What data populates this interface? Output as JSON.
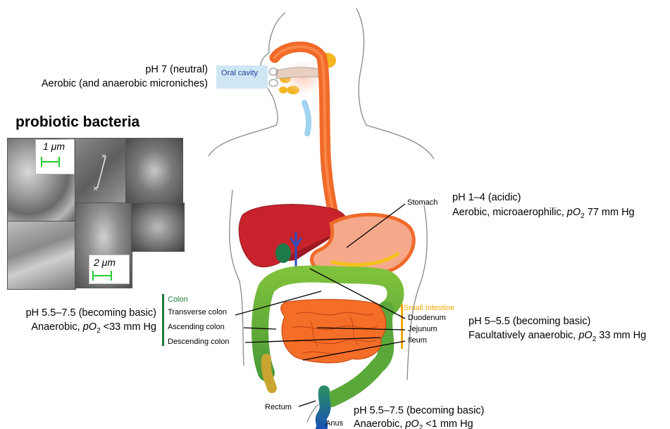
{
  "labels": {
    "oral_ph": "pH 7 (neutral)",
    "oral_oxygen": "Aerobic (and anaerobic microniches)",
    "oral_cavity": "Oral cavity",
    "probiotic_title": "probiotic bacteria",
    "scale_1um": "1 μm",
    "scale_2um": "2 μm",
    "stomach": "Stomach",
    "stomach_ph": "pH 1–4 (acidic)",
    "stomach_oxygen_prefix": "Aerobic, microaerophilic, ",
    "stomach_oxygen_value": " 77 mm Hg",
    "colon_ph": "pH 5.5–7.5 (becoming basic)",
    "colon_oxygen_prefix": "Anaerobic, ",
    "colon_oxygen_value": " <33 mm Hg",
    "colon_header": "Colon",
    "transverse_colon": "Transverse colon",
    "ascending_colon": "Ascending colon",
    "descending_colon": "Descending colon",
    "small_intestine_header": "Small Intestine",
    "duodenum": "Duodenum",
    "jejunum": "Jejunum",
    "ileum": "Ileum",
    "si_ph": "pH 5–5.5 (becoming basic)",
    "si_oxygen_prefix": "Facultatively anaerobic, ",
    "si_oxygen_value": " 33 mm Hg",
    "rectum": "Rectum",
    "anus": "Anus",
    "rectum_ph": "pH 5.5–7.5 (becoming basic)",
    "rectum_oxygen_prefix": "Anaerobic, ",
    "rectum_oxygen_value": " <1 mm Hg",
    "po2": "pO",
    "po2_sub": "2"
  },
  "colors": {
    "colon_green": "#1e7a3c",
    "small_intestine_orange": "#f2a900",
    "oral_blue": "#1f3f99",
    "esophagus": "#f06a2a",
    "liver": "#c8232c"
  }
}
